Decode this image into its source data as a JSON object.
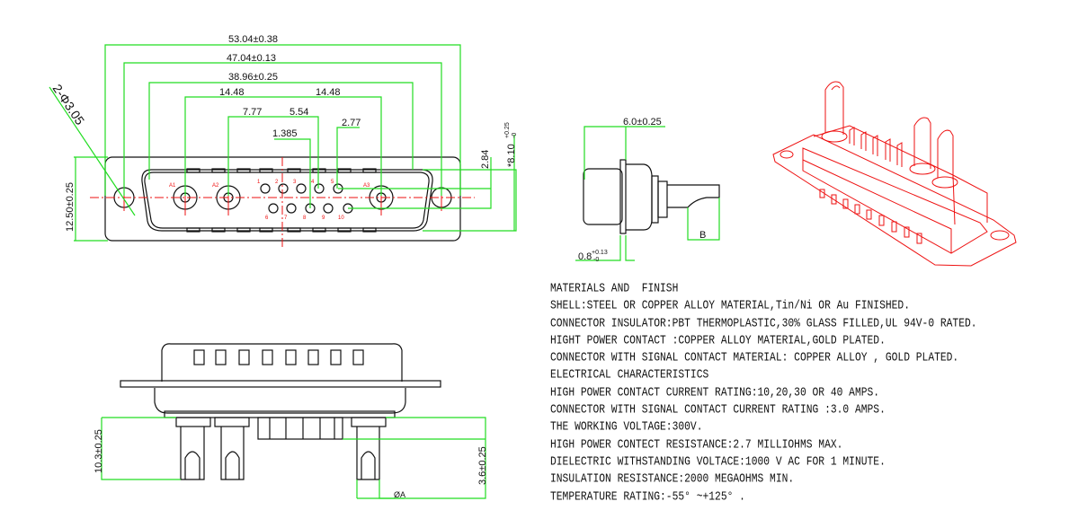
{
  "front_view": {
    "dimensions": {
      "overall_width": "53.04±0.38",
      "mount_hole_spacing": "47.04±0.13",
      "shell_width": "38.96±0.25",
      "power_left": "14.48",
      "power_right": "14.48",
      "pitch_a2": "7.77",
      "pitch_554": "5.54",
      "pitch_277": "2.77",
      "pitch_1385": "1.385",
      "mount_holes": "2-Φ3.05",
      "height": "12.50±0.25",
      "row_spacing": "2.84",
      "shell_height": "*8.10",
      "shell_height_tol_plus": "+0.25",
      "shell_height_tol_minus": "-0"
    },
    "power_contacts": [
      "A1",
      "A2",
      "A3"
    ],
    "signal_contacts_top": [
      "1",
      "2",
      "3",
      "4",
      "5"
    ],
    "signal_contacts_bottom": [
      "6",
      "7",
      "8",
      "9",
      "10"
    ]
  },
  "side_view": {
    "depth": "6.0±0.25",
    "flange": "0.8",
    "flange_tol_plus": "+0.13",
    "flange_tol_minus": "-0",
    "tail_label": "B"
  },
  "bottom_view": {
    "power_tail_length": "10.3±0.25",
    "signal_tail_length": "3.6±0.25",
    "tail_diameter": "ØA"
  },
  "notes": [
    "MATERIALS AND  FINISH",
    "SHELL:STEEL OR COPPER ALLOY MATERIAL,Tin/Ni OR Au FINISHED.",
    "CONNECTOR INSULATOR:PBT THERMOPLASTIC,30% GLASS FILLED,UL 94V-0 RATED.",
    "HIGHT POWER CONTACT :COPPER ALLOY MATERIAL,GOLD PLATED.",
    "CONNECTOR WITH SIGNAL CONTACT MATERIAL: COPPER ALLOY , GOLD PLATED.",
    "ELECTRICAL CHARACTERISTICS",
    "HIGH POWER CONTACT CURRENT RATING:10,20,30 OR 40 AMPS.",
    "CONNECTOR WITH SIGNAL CONTACT CURRENT RATING :3.0 AMPS.",
    "THE WORKING VOLTAGE:300V.",
    "HIGH POWER CONTECT RESISTANCE:2.7 MILLIOHMS MAX.",
    "DIELECTRIC WITHSTANDING VOLTACE:1000 V AC FOR 1 MINUTE.",
    "INSULATION RESISTANCE:2000 MEGAOHMS MIN.",
    "TEMPERATURE RATING:-55° ~+125° ."
  ],
  "colors": {
    "dimension": "#22dd22",
    "centerline": "#ee1111",
    "outline": "#111111"
  }
}
